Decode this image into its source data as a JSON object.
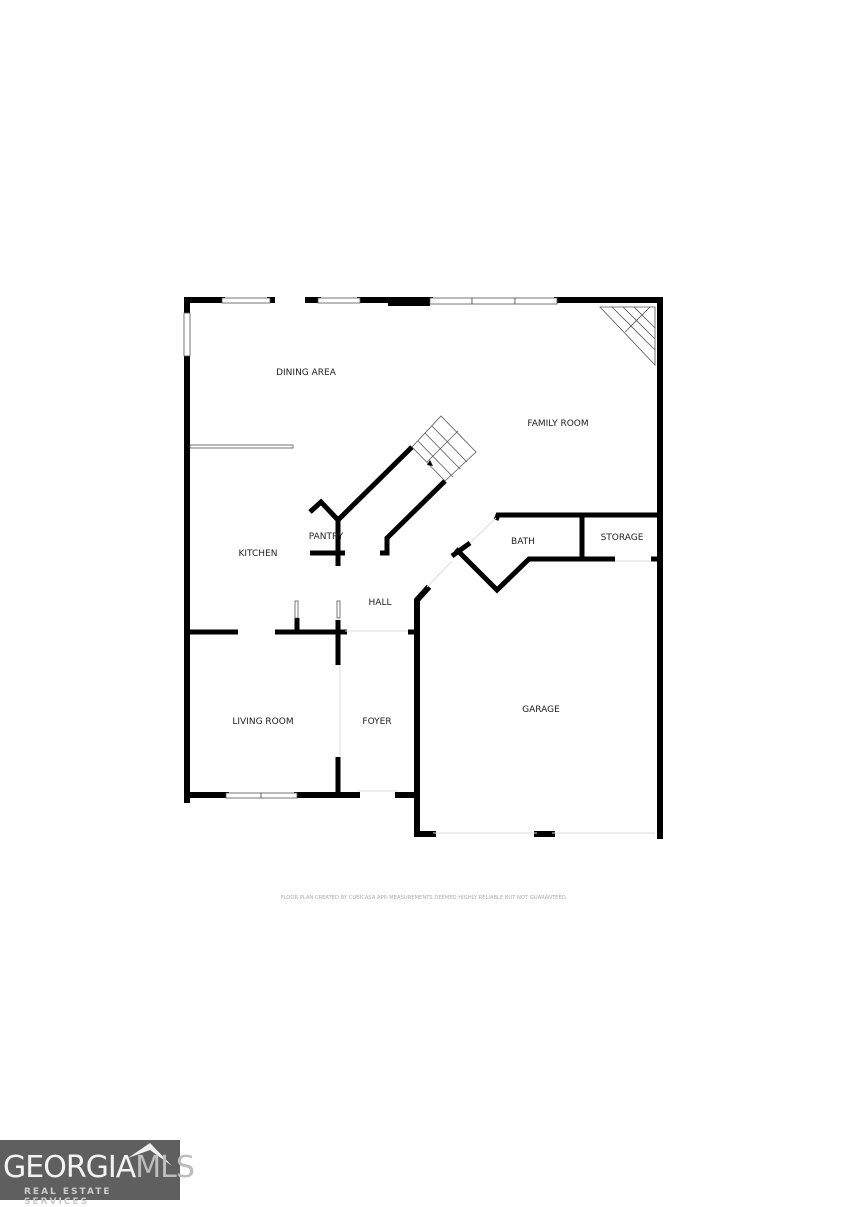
{
  "rooms": {
    "dining": "DINING AREA",
    "family": "FAMILY ROOM",
    "kitchen": "KITCHEN",
    "pantry": "PANTRY",
    "bath": "BATH",
    "storage": "STORAGE",
    "hall": "HALL",
    "living": "LIVING ROOM",
    "foyer": "FOYER",
    "garage": "GARAGE"
  },
  "footer": "FLOOR PLAN CREATED BY CUBICASA APP. MEASUREMENTS DEEMED HIGHLY RELIABLE BUT NOT GUARANTEED.",
  "logo": {
    "brand_a": "GEORGIA",
    "brand_b": "MLS",
    "tagline": "REAL ESTATE SERVICES"
  }
}
